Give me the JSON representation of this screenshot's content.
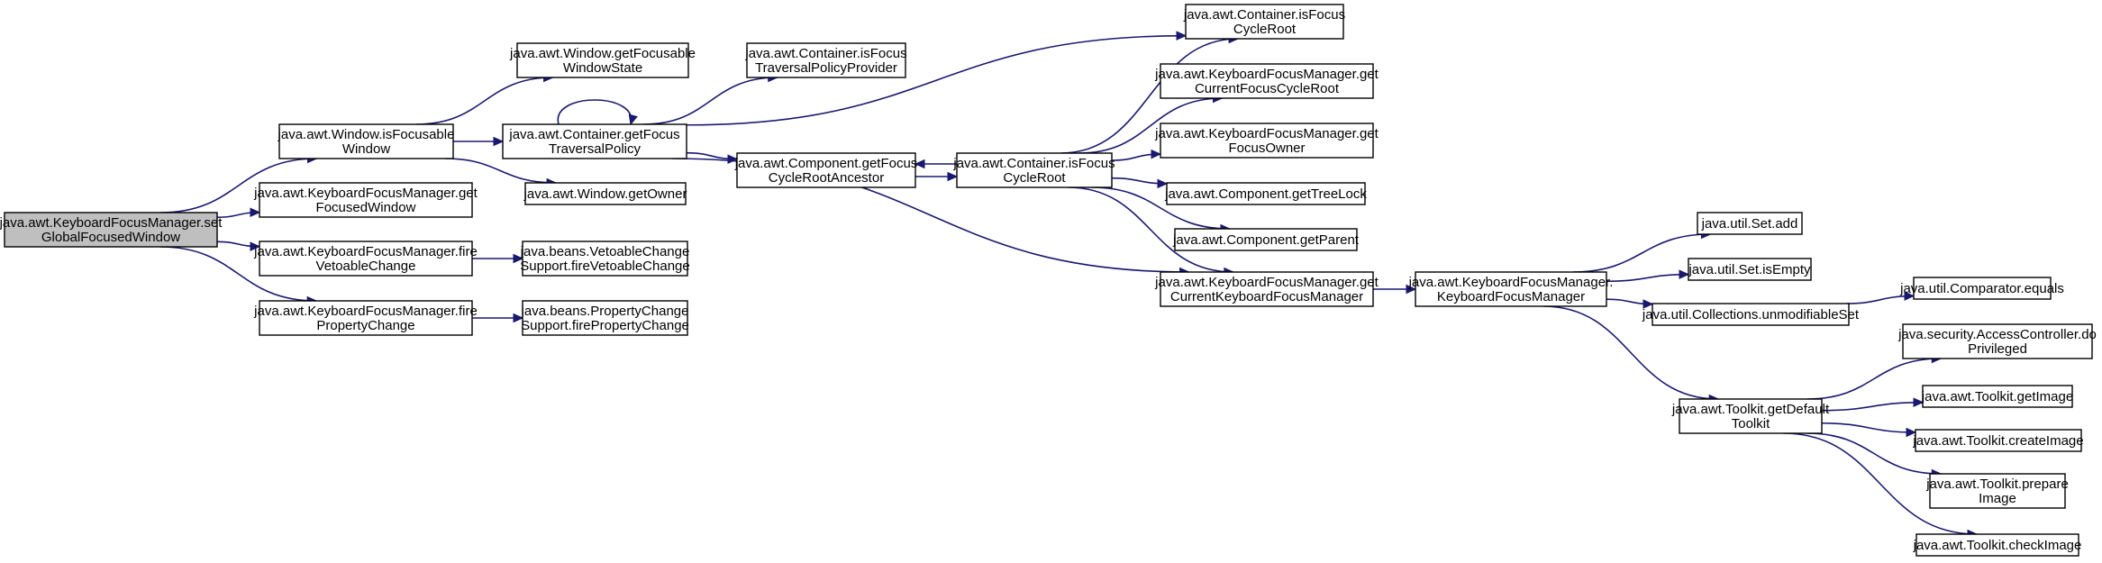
{
  "colors": {
    "edge": "#191970",
    "root_fill": "#bfbfbf",
    "node_fill": "#ffffff",
    "node_stroke": "#000000"
  },
  "nodes": [
    {
      "id": "setGlobalFocusedWindow",
      "label": [
        "java.awt.KeyboardFocusManager.set",
        "GlobalFocusedWindow"
      ],
      "root": true
    },
    {
      "id": "isFocusableWindow",
      "label": [
        "java.awt.Window.isFocusable",
        "Window"
      ]
    },
    {
      "id": "getFocusedWindow",
      "label": [
        "java.awt.KeyboardFocusManager.get",
        "FocusedWindow"
      ]
    },
    {
      "id": "fireVetoableChange",
      "label": [
        "java.awt.KeyboardFocusManager.fire",
        "VetoableChange"
      ]
    },
    {
      "id": "firePropertyChange",
      "label": [
        "java.awt.KeyboardFocusManager.fire",
        "PropertyChange"
      ]
    },
    {
      "id": "getFocusableWindowState",
      "label": [
        "java.awt.Window.getFocusable",
        "WindowState"
      ]
    },
    {
      "id": "getFocusTraversalPolicy",
      "label": [
        "java.awt.Container.getFocus",
        "TraversalPolicy"
      ]
    },
    {
      "id": "getOwner",
      "label": [
        "java.awt.Window.getOwner"
      ]
    },
    {
      "id": "vetoSupportFire",
      "label": [
        "java.beans.VetoableChange",
        "Support.fireVetoableChange"
      ]
    },
    {
      "id": "propSupportFire",
      "label": [
        "java.beans.PropertyChange",
        "Support.firePropertyChange"
      ]
    },
    {
      "id": "isFocusTraversalPolicyProvider",
      "label": [
        "java.awt.Container.isFocus",
        "TraversalPolicyProvider"
      ]
    },
    {
      "id": "getFocusCycleRootAncestor",
      "label": [
        "java.awt.Component.getFocus",
        "CycleRootAncestor"
      ]
    },
    {
      "id": "isFocusCycleRootMid",
      "label": [
        "java.awt.Container.isFocus",
        "CycleRoot"
      ]
    },
    {
      "id": "isFocusCycleRootTop",
      "label": [
        "java.awt.Container.isFocus",
        "CycleRoot"
      ]
    },
    {
      "id": "getCurrentFocusCycleRoot",
      "label": [
        "java.awt.KeyboardFocusManager.get",
        "CurrentFocusCycleRoot"
      ]
    },
    {
      "id": "getFocusOwner",
      "label": [
        "java.awt.KeyboardFocusManager.get",
        "FocusOwner"
      ]
    },
    {
      "id": "getTreeLock",
      "label": [
        "java.awt.Component.getTreeLock"
      ]
    },
    {
      "id": "getParent",
      "label": [
        "java.awt.Component.getParent"
      ]
    },
    {
      "id": "getCurrentKFM",
      "label": [
        "java.awt.KeyboardFocusManager.get",
        "CurrentKeyboardFocusManager"
      ]
    },
    {
      "id": "kfmCtor",
      "label": [
        "java.awt.KeyboardFocusManager.",
        "KeyboardFocusManager"
      ]
    },
    {
      "id": "setAdd",
      "label": [
        "java.util.Set.add"
      ]
    },
    {
      "id": "setIsEmpty",
      "label": [
        "java.util.Set.isEmpty"
      ]
    },
    {
      "id": "unmodifiableSet",
      "label": [
        "java.util.Collections.unmodifiableSet"
      ]
    },
    {
      "id": "comparatorEquals",
      "label": [
        "java.util.Comparator.equals"
      ]
    },
    {
      "id": "getDefaultToolkit",
      "label": [
        "java.awt.Toolkit.getDefault",
        "Toolkit"
      ]
    },
    {
      "id": "doPrivileged",
      "label": [
        "java.security.AccessController.do",
        "Privileged"
      ]
    },
    {
      "id": "getImage",
      "label": [
        "java.awt.Toolkit.getImage"
      ]
    },
    {
      "id": "createImage",
      "label": [
        "java.awt.Toolkit.createImage"
      ]
    },
    {
      "id": "prepareImage",
      "label": [
        "java.awt.Toolkit.prepare",
        "Image"
      ]
    },
    {
      "id": "checkImage",
      "label": [
        "java.awt.Toolkit.checkImage"
      ]
    }
  ],
  "edges": [
    [
      "setGlobalFocusedWindow",
      "isFocusableWindow"
    ],
    [
      "setGlobalFocusedWindow",
      "getFocusedWindow"
    ],
    [
      "setGlobalFocusedWindow",
      "fireVetoableChange"
    ],
    [
      "setGlobalFocusedWindow",
      "firePropertyChange"
    ],
    [
      "isFocusableWindow",
      "getFocusableWindowState"
    ],
    [
      "isFocusableWindow",
      "getFocusTraversalPolicy"
    ],
    [
      "isFocusableWindow",
      "getOwner"
    ],
    [
      "fireVetoableChange",
      "vetoSupportFire"
    ],
    [
      "firePropertyChange",
      "propSupportFire"
    ],
    [
      "getFocusTraversalPolicy",
      "getFocusTraversalPolicy"
    ],
    [
      "getFocusTraversalPolicy",
      "isFocusTraversalPolicyProvider"
    ],
    [
      "getFocusTraversalPolicy",
      "isFocusCycleRootTop"
    ],
    [
      "getFocusTraversalPolicy",
      "getFocusCycleRootAncestor"
    ],
    [
      "getFocusTraversalPolicy",
      "getCurrentKFM"
    ],
    [
      "getFocusCycleRootAncestor",
      "isFocusCycleRootMid"
    ],
    [
      "isFocusCycleRootMid",
      "getFocusCycleRootAncestor"
    ],
    [
      "isFocusCycleRootMid",
      "isFocusCycleRootTop"
    ],
    [
      "isFocusCycleRootMid",
      "getCurrentFocusCycleRoot"
    ],
    [
      "isFocusCycleRootMid",
      "getFocusOwner"
    ],
    [
      "isFocusCycleRootMid",
      "getTreeLock"
    ],
    [
      "isFocusCycleRootMid",
      "getParent"
    ],
    [
      "isFocusCycleRootMid",
      "getCurrentKFM"
    ],
    [
      "getCurrentKFM",
      "kfmCtor"
    ],
    [
      "kfmCtor",
      "setAdd"
    ],
    [
      "kfmCtor",
      "setIsEmpty"
    ],
    [
      "kfmCtor",
      "unmodifiableSet"
    ],
    [
      "kfmCtor",
      "getDefaultToolkit"
    ],
    [
      "unmodifiableSet",
      "comparatorEquals"
    ],
    [
      "getDefaultToolkit",
      "doPrivileged"
    ],
    [
      "getDefaultToolkit",
      "getImage"
    ],
    [
      "getDefaultToolkit",
      "createImage"
    ],
    [
      "getDefaultToolkit",
      "prepareImage"
    ],
    [
      "getDefaultToolkit",
      "checkImage"
    ]
  ]
}
